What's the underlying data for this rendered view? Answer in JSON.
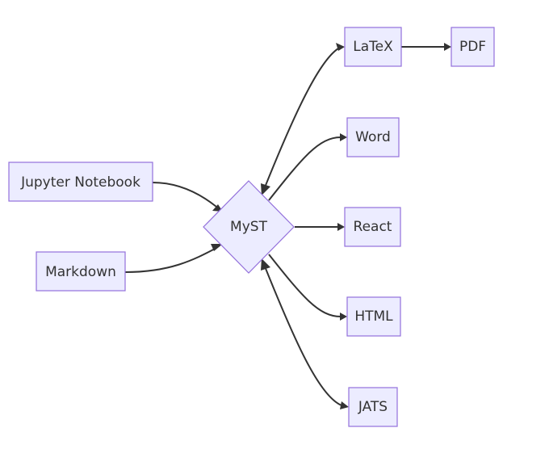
{
  "diagram": {
    "type": "flowchart",
    "direction": "left-to-right",
    "colors": {
      "node_fill": "#ececff",
      "node_border": "#9370db",
      "edge": "#333333",
      "text": "#333333"
    },
    "nodes": {
      "jupyter": "Jupyter Notebook",
      "markdown": "Markdown",
      "myst": "MyST",
      "latex": "LaTeX",
      "pdf": "PDF",
      "word": "Word",
      "react": "React",
      "html": "HTML",
      "jats": "JATS"
    },
    "edges": [
      {
        "from": "Jupyter Notebook",
        "to": "MyST"
      },
      {
        "from": "Markdown",
        "to": "MyST"
      },
      {
        "from": "MyST",
        "to": "LaTeX",
        "bidirectional": true
      },
      {
        "from": "LaTeX",
        "to": "PDF"
      },
      {
        "from": "MyST",
        "to": "Word"
      },
      {
        "from": "MyST",
        "to": "React"
      },
      {
        "from": "MyST",
        "to": "HTML"
      },
      {
        "from": "MyST",
        "to": "JATS",
        "bidirectional": true
      }
    ]
  }
}
